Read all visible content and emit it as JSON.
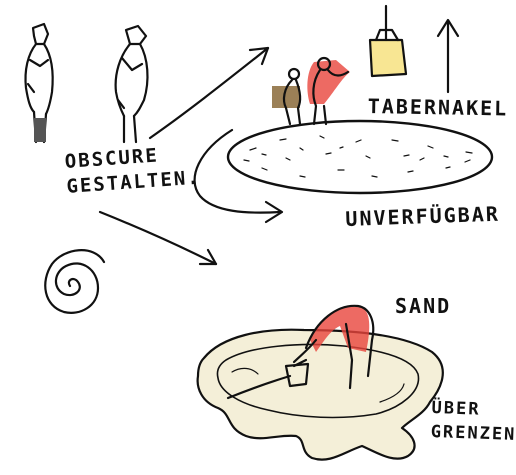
{
  "labels": {
    "obscure_line1": "OBSCURE",
    "obscure_line2": "GESTALTEN.",
    "tabernakel": "TABERNAKEL",
    "unverfuegbar": "UNVERFÜGBAR",
    "sand": "SAND",
    "ueber_line1": "ÜBER",
    "ueber_line2": "GRENZEN"
  },
  "colors": {
    "ink": "#111111",
    "red_figure": "#e8453c",
    "brown_figure": "#8a6a3a",
    "lamp_yellow": "#f2d23a",
    "sand_fill": "#f4efd8"
  },
  "icons": [
    "standing-figure-icon",
    "lamp-icon",
    "up-arrow-icon",
    "spiral-icon",
    "bending-figure-icon",
    "bucket-icon"
  ]
}
